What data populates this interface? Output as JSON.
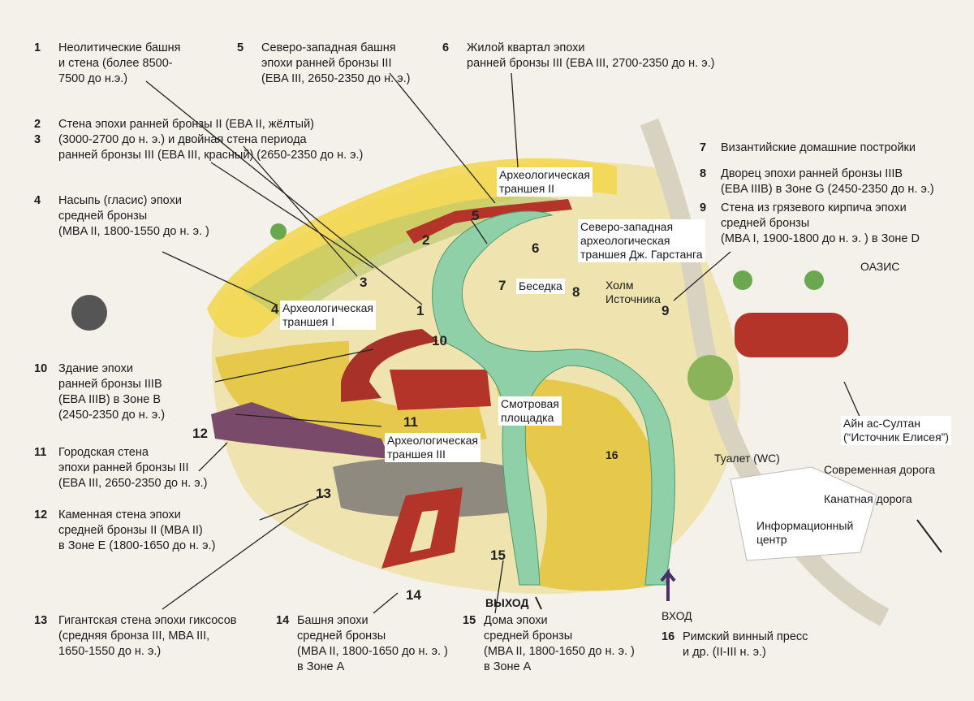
{
  "legend": {
    "l1": {
      "num": "1",
      "lines": [
        "Неолитические башня",
        "и стена (более 8500-",
        "7500 до н.э.)"
      ]
    },
    "l2": {
      "num": "2",
      "lines": [
        "Стена эпохи ранней бронзы II (EBA II, жёлтый)"
      ]
    },
    "l3": {
      "num": "3",
      "lines": [
        "(3000-2700 до н. э.) и двойная стена периода",
        "ранней бронзы III (EBA III, красный) (2650-2350 до н. э.)"
      ]
    },
    "l4": {
      "num": "4",
      "lines": [
        "Насыпь (гласис) эпохи",
        "средней бронзы",
        "(MBA II, 1800-1550 до н. э. )"
      ]
    },
    "l5": {
      "num": "5",
      "lines": [
        "Северо-западная башня",
        "эпохи ранней бронзы III",
        "(EBA III, 2650-2350 до н. э.)"
      ]
    },
    "l6": {
      "num": "6",
      "lines": [
        "Жилой квартал эпохи",
        "ранней бронзы III (EBA III, 2700-2350 до н. э.)"
      ]
    },
    "l7": {
      "num": "7",
      "lines": [
        "Византийские домашние постройки"
      ]
    },
    "l8": {
      "num": "8",
      "lines": [
        "Дворец эпохи ранней бронзы IIIB",
        "(EBA IIIB) в Зоне G (2450-2350 до н. э.)"
      ]
    },
    "l9": {
      "num": "9",
      "lines": [
        "Стена из грязевого кирпича эпохи",
        "средней бронзы",
        "(MBA I, 1900-1800 до н. э. ) в Зоне D"
      ]
    },
    "l10": {
      "num": "10",
      "lines": [
        "Здание эпохи",
        "ранней бронзы IIIB",
        "(EBA IIIB) в Зоне B",
        "(2450-2350 до н. э.)"
      ]
    },
    "l11": {
      "num": "11",
      "lines": [
        "Городская стена",
        "эпохи ранней бронзы III",
        "(EBA III, 2650-2350 до н. э.)"
      ]
    },
    "l12": {
      "num": "12",
      "lines": [
        "Каменная стена эпохи",
        "средней бронзы II (MBA II)",
        "в Зоне E (1800-1650 до н. э.)"
      ]
    },
    "l13": {
      "num": "13",
      "lines": [
        "Гигантская стена эпохи гиксосов",
        "(средняя бронза III, MBA III,",
        "1650-1550 до н. э.)"
      ]
    },
    "l14": {
      "num": "14",
      "lines": [
        "Башня эпохи",
        "средней бронзы",
        "(MBA II, 1800-1650 до н. э. )",
        "в Зоне А"
      ]
    },
    "l15": {
      "num": "15",
      "lines": [
        "Дома эпохи",
        "средней бронзы",
        "(MBA II, 1800-1650 до н. э. )",
        "в Зоне А"
      ]
    },
    "l16": {
      "num": "16",
      "lines": [
        "Римский винный пресс",
        "и др. (II-III н. э.)"
      ]
    }
  },
  "map_labels": {
    "trench2": [
      "Археологическая",
      "траншея II"
    ],
    "trench_nw": [
      "Северо-западная",
      "археологическая",
      "траншея Дж. Гарстанга"
    ],
    "besedka": "Беседка",
    "hill": [
      "Холм",
      "Источника"
    ],
    "trench1": [
      "Археологическая",
      "траншея I"
    ],
    "viewpoint": [
      "Смотровая",
      "площадка"
    ],
    "trench3": [
      "Археологическая",
      "траншея III"
    ],
    "oasis": "ОАЗИС",
    "spring": [
      "Айн ас-Султан",
      "(“Источник Елисея”)"
    ],
    "toilet": "Туалет (WC)",
    "road": "Современная дорога",
    "cableway": "Канатная дорога",
    "info": [
      "Информационный",
      "центр"
    ],
    "exit": "ВЫХОД",
    "entrance": "ВХОД"
  },
  "map_numbers": [
    "1",
    "2",
    "3",
    "4",
    "5",
    "6",
    "7",
    "8",
    "9",
    "10",
    "11",
    "12",
    "13",
    "14",
    "15",
    "16"
  ],
  "colors": {
    "path": "#8fd0a8",
    "wall": "#b5342a",
    "yellow": "#e6c84a",
    "sand": "#efe3b0",
    "green": "#8bb35a"
  }
}
